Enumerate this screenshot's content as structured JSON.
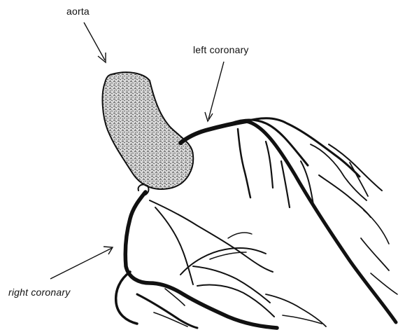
{
  "labels": {
    "aorta": "aorta",
    "left_coronary": "left coronary",
    "right_coronary": "right coronary"
  },
  "colors": {
    "ink": "#111111",
    "aorta_fill": "#c9c9c9"
  }
}
